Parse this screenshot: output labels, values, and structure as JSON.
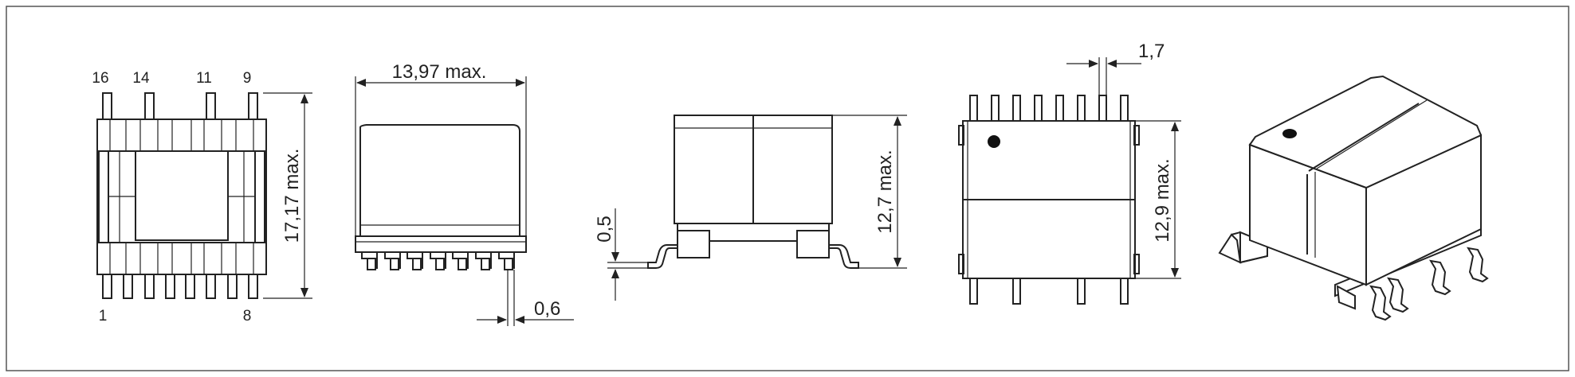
{
  "pin_labels": {
    "top": [
      "16",
      "14",
      "11",
      "9"
    ],
    "bottom": [
      "1",
      "8"
    ]
  },
  "dimensions": {
    "top_length": "17,17  max.",
    "front_width": "13,97  max.",
    "lead_width": "0,6",
    "standoff": "0,5",
    "side_height": "12,7  max.",
    "pin_pitch": "1,7",
    "body_height": "12,9  max."
  },
  "colors": {
    "line": "#222222",
    "background": "#ffffff"
  }
}
